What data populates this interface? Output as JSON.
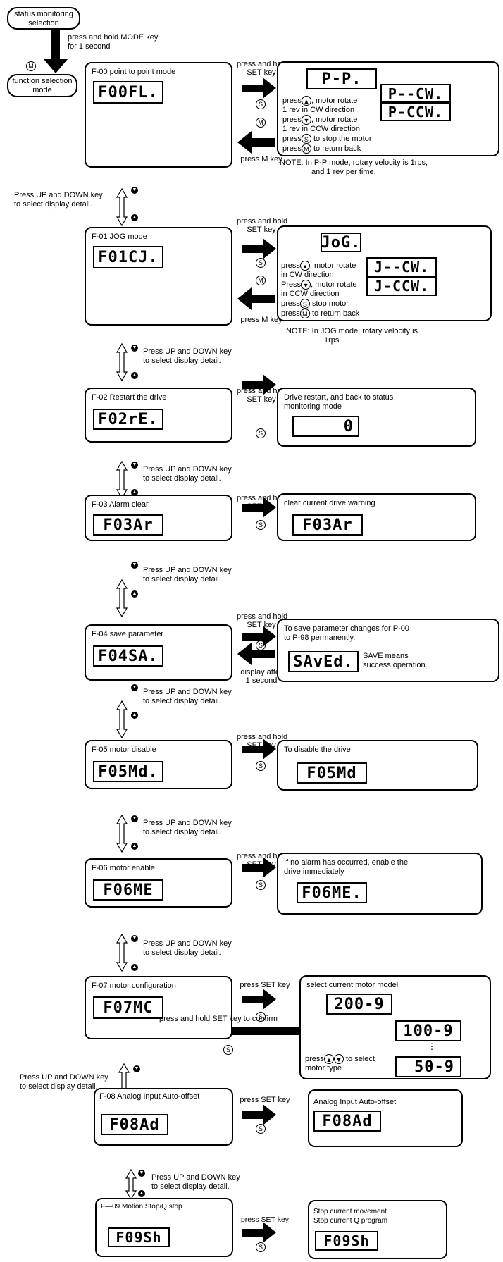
{
  "top": {
    "status_line1": "status monitoring",
    "status_line2": "selection",
    "hold_mode_line1": "press and hold MODE key",
    "hold_mode_line2": "for 1 second",
    "func_line1": "function selection",
    "func_line2": "mode",
    "m_symbol": "M"
  },
  "symbols": {
    "set": "S",
    "mode": "M",
    "up": "▲",
    "down": "▼"
  },
  "common": {
    "press_hold": "press and hold",
    "set_key": "SET key",
    "press_m_key": "press M key",
    "press_set_key": "press SET key",
    "updown_a1": "Press UP and DOWN key",
    "updown_a2": "to select display detail."
  },
  "f00": {
    "label": "F-00 point to point mode",
    "display": "F00FL.",
    "result_display": "P-P.",
    "side_cw": "P--CW.",
    "side_ccw": "P-CCW.",
    "line1a": "press",
    "line1b": ", motor rotate",
    "line2": "1 rev in CW direction",
    "line3a": "press",
    "line3b": ", motor rotate",
    "line4": "1 rev in CCW direction",
    "line5a": "press",
    "line5b": " to stop the motor",
    "line6a": "press",
    "line6b": " to return back",
    "note1": "NOTE: In P-P mode, rotary velocity is 1rps,",
    "note2": "and 1 rev per time.",
    "left_up1": "Press UP and DOWN key",
    "left_up2": "to select display detail."
  },
  "f01": {
    "label": "F-01 JOG mode",
    "display": "F01CJ.",
    "result_display": "JoG.",
    "side_cw": "J--CW.",
    "side_ccw": "J-CCW.",
    "line1a": "press",
    "line1b": ", motor rotate",
    "line2": "in CW direction",
    "line3a": "Press",
    "line3b": ", motor rotate",
    "line4": "in CCW direction",
    "line5a": "press",
    "line5b": " stop motor",
    "line6a": "press",
    "line6b": " to return back",
    "note1": "NOTE: In JOG mode, rotary velocity is",
    "note2": "1rps"
  },
  "f02": {
    "label": "F-02 Restart the drive",
    "display": "F02rE.",
    "desc1": "Drive restart, and back to status",
    "desc2": "monitoring mode",
    "result_display": "0"
  },
  "f03": {
    "label": "F-03 Alarm clear",
    "display": "F03Ar",
    "desc1": "clear current drive warning",
    "result_display": "F03Ar"
  },
  "f04": {
    "label": "F-04 save parameter",
    "display": "F04SA.",
    "desc1": "To save parameter changes for P-00",
    "desc2": "to P-98 permanently.",
    "result_display": "SAvEd.",
    "save1": "SAVE means",
    "save2": "success operation.",
    "back1": "display after",
    "back2": "1 second"
  },
  "f05": {
    "label": "F-05 motor disable",
    "display": "F05Md.",
    "desc1": "To disable the drive",
    "result_display": "F05Md"
  },
  "f06": {
    "label": "F-06 motor enable",
    "display": "F06ME",
    "desc1": "If no alarm has occurred, enable the",
    "desc2": "drive immediately",
    "result_display": "F06ME."
  },
  "f07": {
    "label": "F-07 motor configuration",
    "display": "F07MC",
    "desc1": "select current motor model",
    "model1": "200-9",
    "model2": "100-9",
    "model3": "50-9",
    "sel1a": "press",
    "sel1b": " to select",
    "sel2": "motor type",
    "confirm": "press and hold SET key to confirm",
    "left_up1": "Press UP and DOWN key",
    "left_up2": "to select display detail."
  },
  "f08": {
    "label": "F-08 Analog Input Auto-offset",
    "display": "F08Ad",
    "desc1": "Analog  Input Auto-offset",
    "result_display": "F08Ad"
  },
  "f09": {
    "label": "F—09 Motion Stop/Q stop",
    "display": "F09Sh",
    "desc1": "Stop current movement",
    "desc2": "Stop current Q program",
    "result_display": "F09Sh",
    "set_key": "press SET key"
  }
}
